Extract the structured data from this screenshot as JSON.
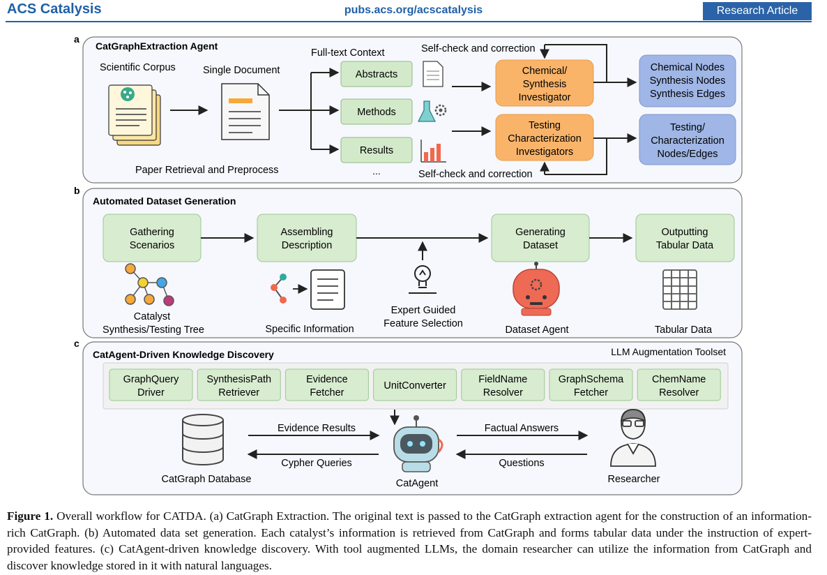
{
  "header": {
    "journal": "ACS Catalysis",
    "url": "pubs.acs.org/acscatalysis",
    "badge": "Research Article"
  },
  "panel_a": {
    "letter": "a",
    "title": "CatGraphExtraction Agent",
    "corpus_label": "Scientific Corpus",
    "single_doc_label": "Single Document",
    "preprocess_label": "Paper Retrieval and Preprocess",
    "context_label": "Full-text Context",
    "sections": [
      "Abstracts",
      "Methods",
      "Results"
    ],
    "ellipsis": "...",
    "selfcheck_top": "Self-check and correction",
    "selfcheck_bottom": "Self-check and correction",
    "chem_investigator": [
      "Chemical/",
      "Synthesis",
      "Investigator"
    ],
    "test_investigator": [
      "Testing",
      "Characterization",
      "Investigators"
    ],
    "chem_outputs": [
      "Chemical Nodes",
      "Synthesis Nodes",
      "Synthesis Edges"
    ],
    "test_outputs": [
      "Testing/",
      "Characterization",
      "Nodes/Edges"
    ]
  },
  "panel_b": {
    "letter": "b",
    "title": "Automated Dataset Generation",
    "steps": [
      [
        "Gathering",
        "Scenarios"
      ],
      [
        "Assembling",
        "Description"
      ],
      [
        "Generating",
        "Dataset"
      ],
      [
        "Outputting",
        "Tabular Data"
      ]
    ],
    "tree_label": [
      "Catalyst",
      "Synthesis/Testing Tree"
    ],
    "specific_label": "Specific Information",
    "expert_label": [
      "Expert Guided",
      "Feature Selection"
    ],
    "agent_label": "Dataset Agent",
    "tabular_label": "Tabular Data"
  },
  "panel_c": {
    "letter": "c",
    "title": "CatAgent-Driven Knowledge Discovery",
    "toolset_label": "LLM Augmentation Toolset",
    "tools": [
      [
        "GraphQuery",
        "Driver"
      ],
      [
        "SynthesisPath",
        "Retriever"
      ],
      [
        "Evidence",
        "Fetcher"
      ],
      [
        "UnitConverter"
      ],
      [
        "FieldName",
        "Resolver"
      ],
      [
        "GraphSchema",
        "Fetcher"
      ],
      [
        "ChemName",
        "Resolver"
      ]
    ],
    "evidence_results": "Evidence Results",
    "cypher_queries": "Cypher Queries",
    "factual_answers": "Factual Answers",
    "questions": "Questions",
    "database_label": "CatGraph Database",
    "agent_label": "CatAgent",
    "researcher_label": "Researcher"
  },
  "caption": {
    "lead": "Figure 1.",
    "text": " Overall workflow for CATDA. (a) CatGraph Extraction. The original text is passed to the CatGraph extraction agent for the construction of an information-rich CatGraph. (b) Automated data set generation. Each catalyst’s information is retrieved from CatGraph and forms tabular data under the instruction of expert-provided features. (c) CatAgent-driven knowledge discovery. With tool augmented LLMs, the domain researcher can utilize the information from CatGraph and discover knowledge stored in it with natural languages."
  },
  "colors": {
    "green_box": "#d8ecd0",
    "orange_box": "#f9b46a",
    "blue_box": "#9fb6e6",
    "accent": "#2060a8"
  }
}
